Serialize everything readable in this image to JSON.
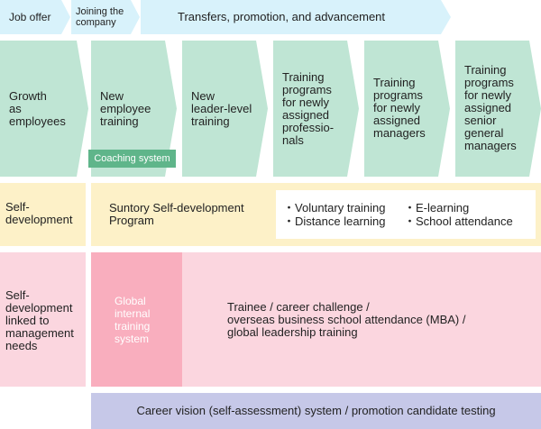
{
  "stages": {
    "job_offer": "Job offer",
    "joining": "Joining the\ncompany",
    "transfers": "Transfers, promotion, and advancement"
  },
  "training": {
    "growth_label": "Growth\nas\nemployees",
    "new_employee": "New\nemployee\ntraining",
    "coaching": "Coaching system",
    "new_leader": "New\nleader-level\ntraining",
    "professionals": "Training\nprograms\nfor newly\nassigned\nprofessio-\nnals",
    "managers": "Training\nprograms\nfor newly\nassigned\nmanagers",
    "senior_managers": "Training\nprograms\nfor newly\nassigned\nsenior\ngeneral\nmanagers"
  },
  "self_dev": {
    "label": "Self-\ndevelopment",
    "program": "Suntory Self-development\nProgram",
    "options": [
      "Voluntary training",
      "E-learning",
      "Distance learning",
      "School attendance"
    ]
  },
  "mgmt_needs": {
    "label": "Self-\ndevelopment\nlinked to\nmanagement\nneeds",
    "global_system": "Global\ninternal\ntraining\nsystem",
    "description": "Trainee / career challenge /\noverseas business school attendance (MBA) /\nglobal leadership training"
  },
  "career_vision": "Career vision (self-assessment) system / promotion candidate testing",
  "colors": {
    "stage_blue": "#d8f2fb",
    "training_green": "#bfe5d4",
    "coaching_green": "#5fb58a",
    "selfdev_yellow": "#fdf1c8",
    "mgmt_pink": "#fbd6df",
    "global_pink": "#f9aebe",
    "career_lavender": "#c6c8e8"
  }
}
